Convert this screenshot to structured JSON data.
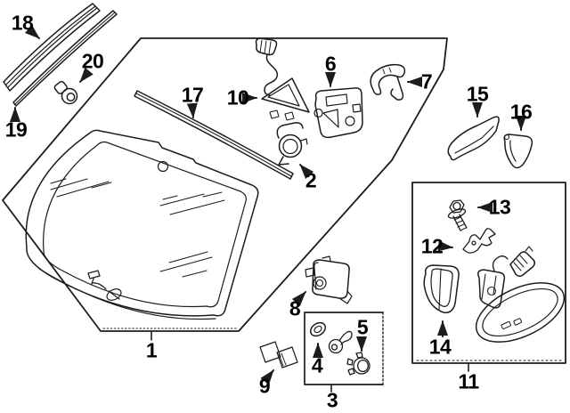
{
  "colors": {
    "line": "#1c1c1c",
    "background": "#ffffff",
    "label": "#000000"
  },
  "callouts": {
    "c1": "1",
    "c2": "2",
    "c3": "3",
    "c4": "4",
    "c5": "5",
    "c6": "6",
    "c7": "7",
    "c8": "8",
    "c9": "9",
    "c10": "10",
    "c11": "11",
    "c12": "12",
    "c13": "13",
    "c14": "14",
    "c15": "15",
    "c16": "16",
    "c17": "17",
    "c18": "18",
    "c19": "19",
    "c20": "20"
  }
}
